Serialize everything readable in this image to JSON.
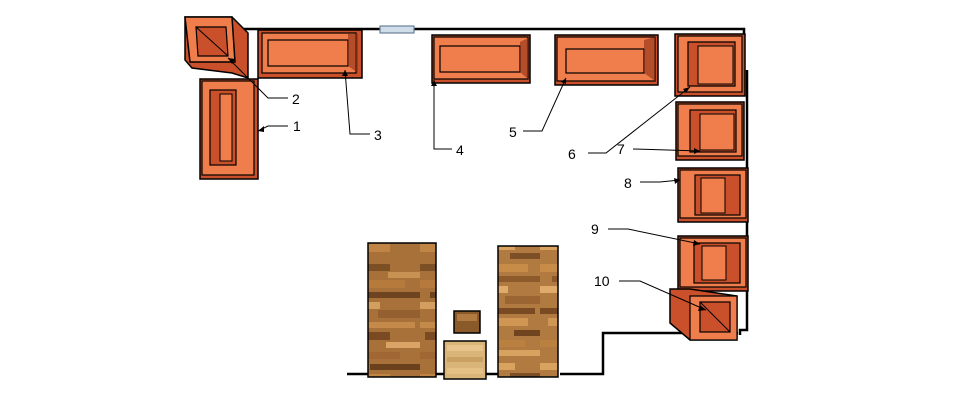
{
  "diagram": {
    "labels": [
      "1",
      "2",
      "3",
      "4",
      "5",
      "6",
      "7",
      "8",
      "9",
      "10"
    ],
    "colors": {
      "box_face": "#f07d4c",
      "box_side": "#c9502a",
      "box_dark": "#8a2d14",
      "wood_dark": "#8a5a2b",
      "wood_light": "#c8954f",
      "wall": "#000000",
      "window": "#cfdcea"
    }
  }
}
